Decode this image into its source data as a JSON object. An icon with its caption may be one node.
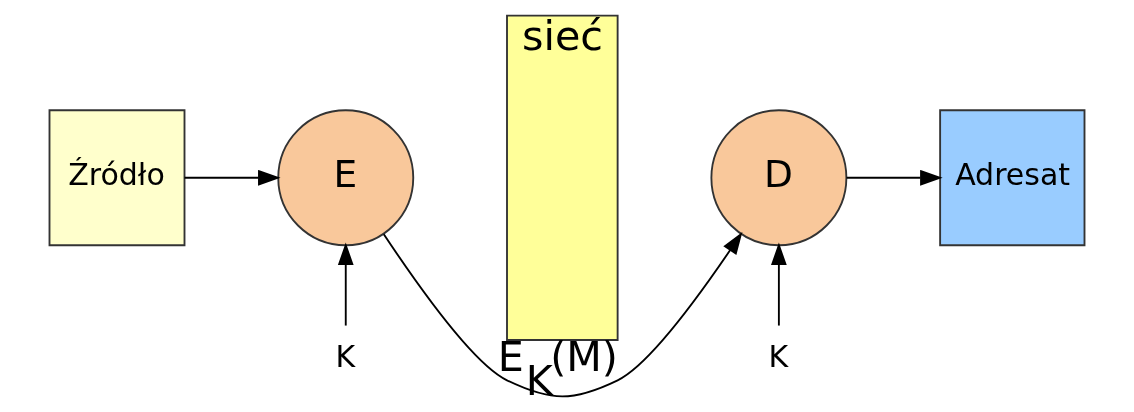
{
  "diagram": {
    "nodes": [
      {
        "text": [
          "Źródło"
        ]
      },
      {
        "text": [
          "E"
        ]
      },
      {
        "text": [
          "sieć"
        ],
        "beside": [
          "E$_{K}$(M)"
        ]
      },
      {
        "text": [
          "D"
        ]
      },
      {
        "text": [
          "Adresat"
        ]
      },
      {
        "text": [
          "K"
        ]
      },
      {
        "text": [
          "K"
        ]
      }
    ],
    "edges": [
      {
        "from": 0,
        "to": 1,
        "arrow": "to"
      },
      {
        "from": 1,
        "to": 3,
        "arrow": "to"
      },
      {
        "from": 3,
        "to": 4,
        "arrow": "to"
      },
      {
        "from": 5,
        "to": 1,
        "arrow": "to"
      },
      {
        "from": 6,
        "to": 3,
        "arrow": "to"
      }
    ]
  }
}
